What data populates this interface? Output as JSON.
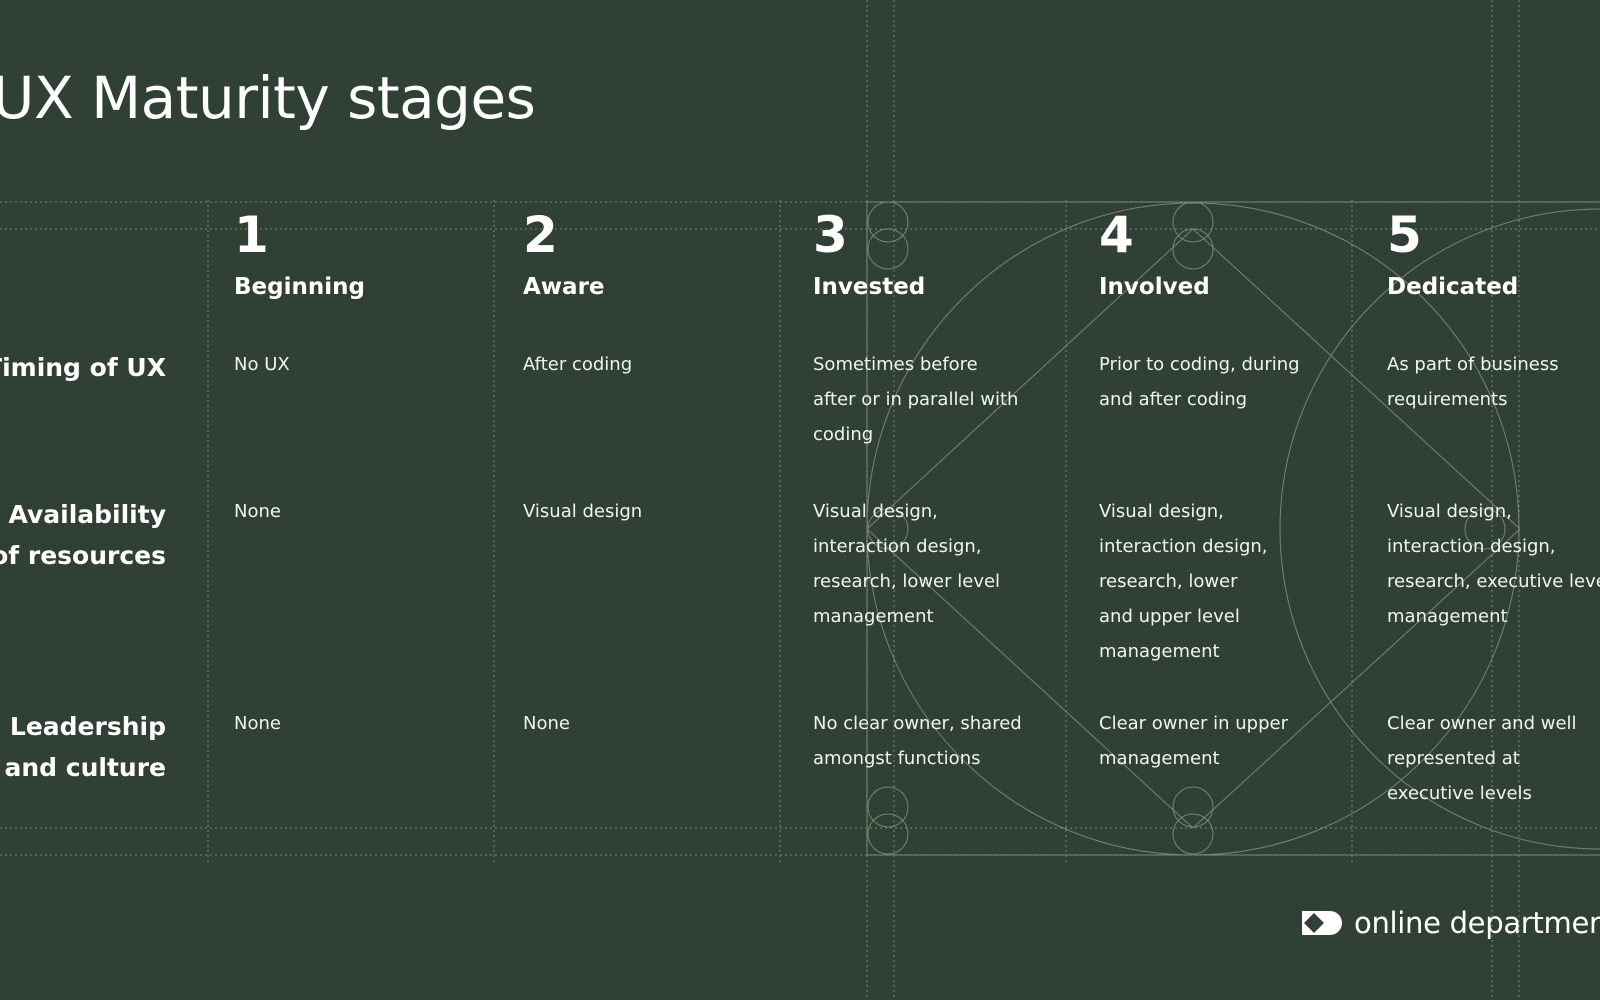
{
  "title": "UX Maturity stages",
  "stages": [
    {
      "number": "1",
      "name": "Beginning"
    },
    {
      "number": "2",
      "name": "Aware"
    },
    {
      "number": "3",
      "name": "Invested"
    },
    {
      "number": "4",
      "name": "Involved"
    },
    {
      "number": "5",
      "name": "Dedicated"
    }
  ],
  "rows": [
    {
      "label_lines": [
        "Timing of UX"
      ],
      "cells": [
        [
          "No UX"
        ],
        [
          "After coding"
        ],
        [
          "Sometimes before",
          "after or in parallel with",
          "coding"
        ],
        [
          "Prior to coding, during",
          "and after coding"
        ],
        [
          "As part of business",
          "requirements"
        ]
      ]
    },
    {
      "label_lines": [
        "Availability",
        "of resources"
      ],
      "cells": [
        [
          "None"
        ],
        [
          "Visual design"
        ],
        [
          "Visual design,",
          "interaction design,",
          "research, lower level",
          "management"
        ],
        [
          "Visual design,",
          "interaction design,",
          "research, lower",
          "and upper level",
          "management"
        ],
        [
          "Visual design,",
          "interaction design,",
          "research, executive level",
          "management"
        ]
      ]
    },
    {
      "label_lines": [
        "Leadership",
        "and culture"
      ],
      "cells": [
        [
          "None"
        ],
        [
          "None"
        ],
        [
          "No clear owner, shared",
          "amongst functions"
        ],
        [
          "Clear owner in upper",
          "management"
        ],
        [
          "Clear owner and well",
          "represented at",
          "executive levels"
        ]
      ]
    }
  ],
  "logo": {
    "text": "online departmen"
  },
  "colors": {
    "background": "#314034",
    "text": "#ffffff",
    "guides": "#8f9b8f"
  }
}
